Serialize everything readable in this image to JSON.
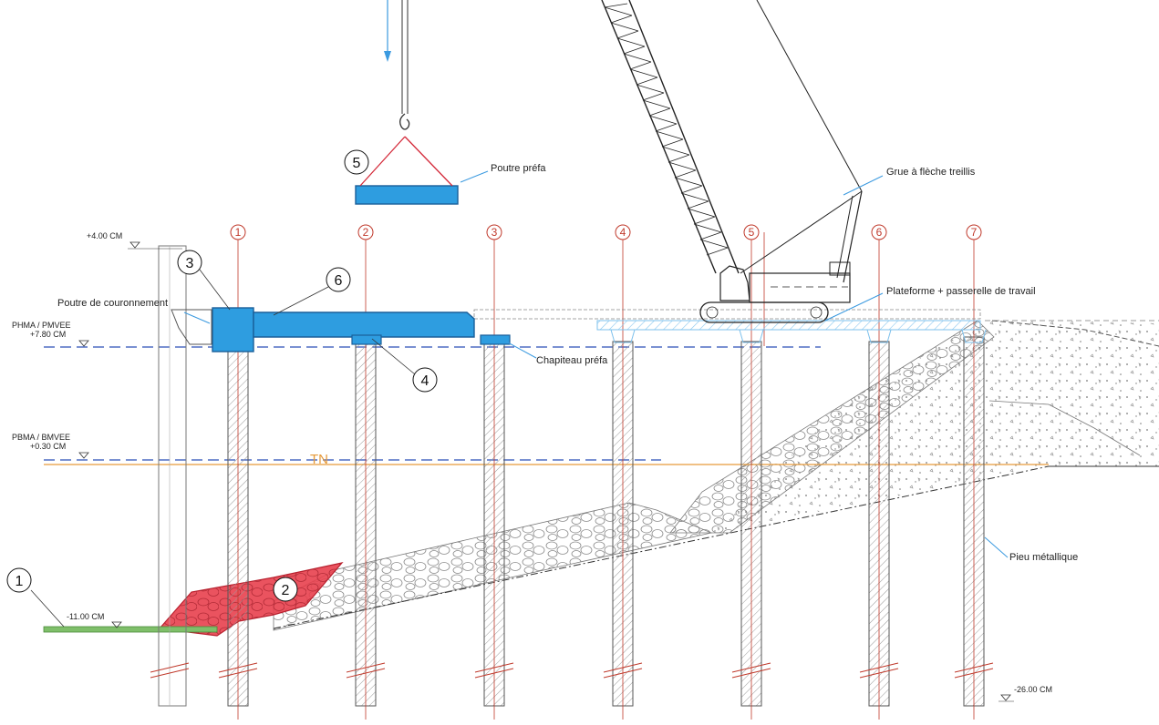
{
  "colors": {
    "prefab_blue": "#2e9de0",
    "prefab_stroke": "#1a5f99",
    "red_riprap": "#e8404e",
    "tn_orange": "#e69a3a",
    "water_dash": "#2a4fb8",
    "ground_green": "#7fbf6a",
    "axis_red": "#c0392b",
    "crane": "#222222"
  },
  "labels": {
    "poutre_prefa": "Poutre préfa",
    "grue": "Grue à flèche treillis",
    "plateforme": "Plateforme + passerelle de travail",
    "poutre_couronnement": "Poutre de couronnement",
    "chapiteau": "Chapiteau préfa",
    "pieu": "Pieu métallique",
    "tn": "TN"
  },
  "levels": {
    "top": "+4.00 CM",
    "phma_name": "PHMA / PMVEE",
    "phma_val": "+7.80 CM",
    "pbma_name": "PBMA / BMVEE",
    "pbma_val": "+0.30 CM",
    "seabed": "-11.00 CM",
    "pile_tip": "-26.00 CM"
  },
  "axes": [
    "1",
    "2",
    "3",
    "4",
    "5",
    "6",
    "7"
  ],
  "callouts": [
    "1",
    "2",
    "3",
    "4",
    "5",
    "6"
  ]
}
